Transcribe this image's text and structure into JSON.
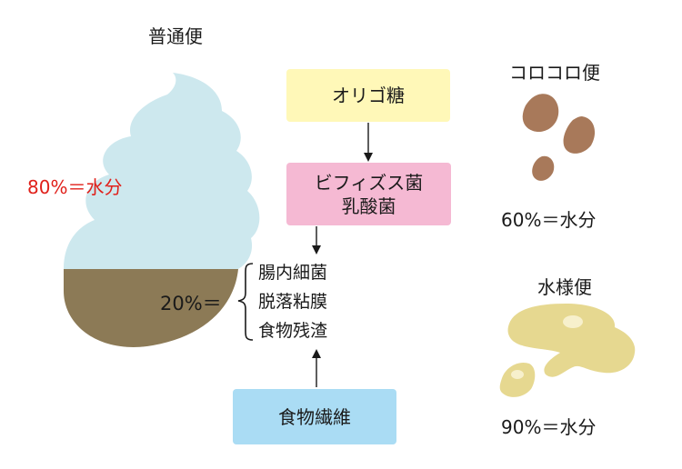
{
  "normal_stool": {
    "title": "普通便",
    "water_label": "80%＝水分",
    "solid_label": "20%＝"
  },
  "components": [
    "腸内細菌",
    "脱落粘膜",
    "食物残渣"
  ],
  "oligo_box": {
    "label": "オリゴ糖"
  },
  "bacteria_box": {
    "line1": "ビフィズス菌",
    "line2": "乳酸菌"
  },
  "fiber_box": {
    "label": "食物繊維"
  },
  "hard_stool": {
    "title": "コロコロ便",
    "water_label": "60%＝水分"
  },
  "watery_stool": {
    "title": "水様便",
    "water_label": "90%＝水分"
  },
  "colors": {
    "water": "#cde8ee",
    "solid": "#8c7a56",
    "oligo_box": "#fff8b8",
    "bacteria_box": "#f5b9d3",
    "fiber_box": "#aadcf4",
    "hard_pellet": "#a8795a",
    "watery_blob": "#e6d890",
    "red_text": "#e0201a"
  }
}
